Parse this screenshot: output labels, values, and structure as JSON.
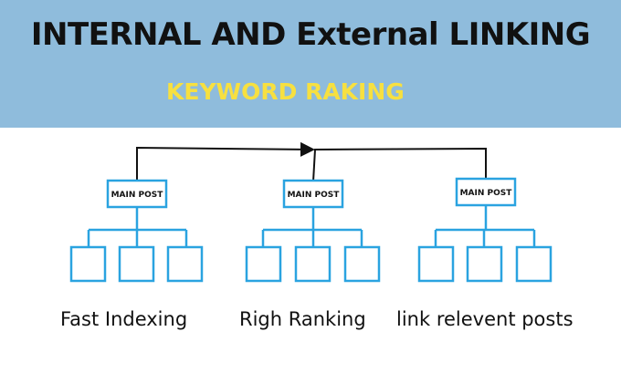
{
  "header": {
    "title": "INTERNAL AND External LINKING",
    "subtitle": "KEYWORD RAKING"
  },
  "colors": {
    "banner_background": "#8fbcdc",
    "subtitle_text": "#f7e040",
    "box_stroke": "#2aa3e0",
    "connector_line": "#111111"
  },
  "clusters": [
    {
      "main_label": "MAIN POST",
      "caption": "Fast Indexing"
    },
    {
      "main_label": "MAIN POST",
      "caption": "Righ Ranking"
    },
    {
      "main_label": "MAIN POST",
      "caption": "link relevent posts"
    }
  ]
}
